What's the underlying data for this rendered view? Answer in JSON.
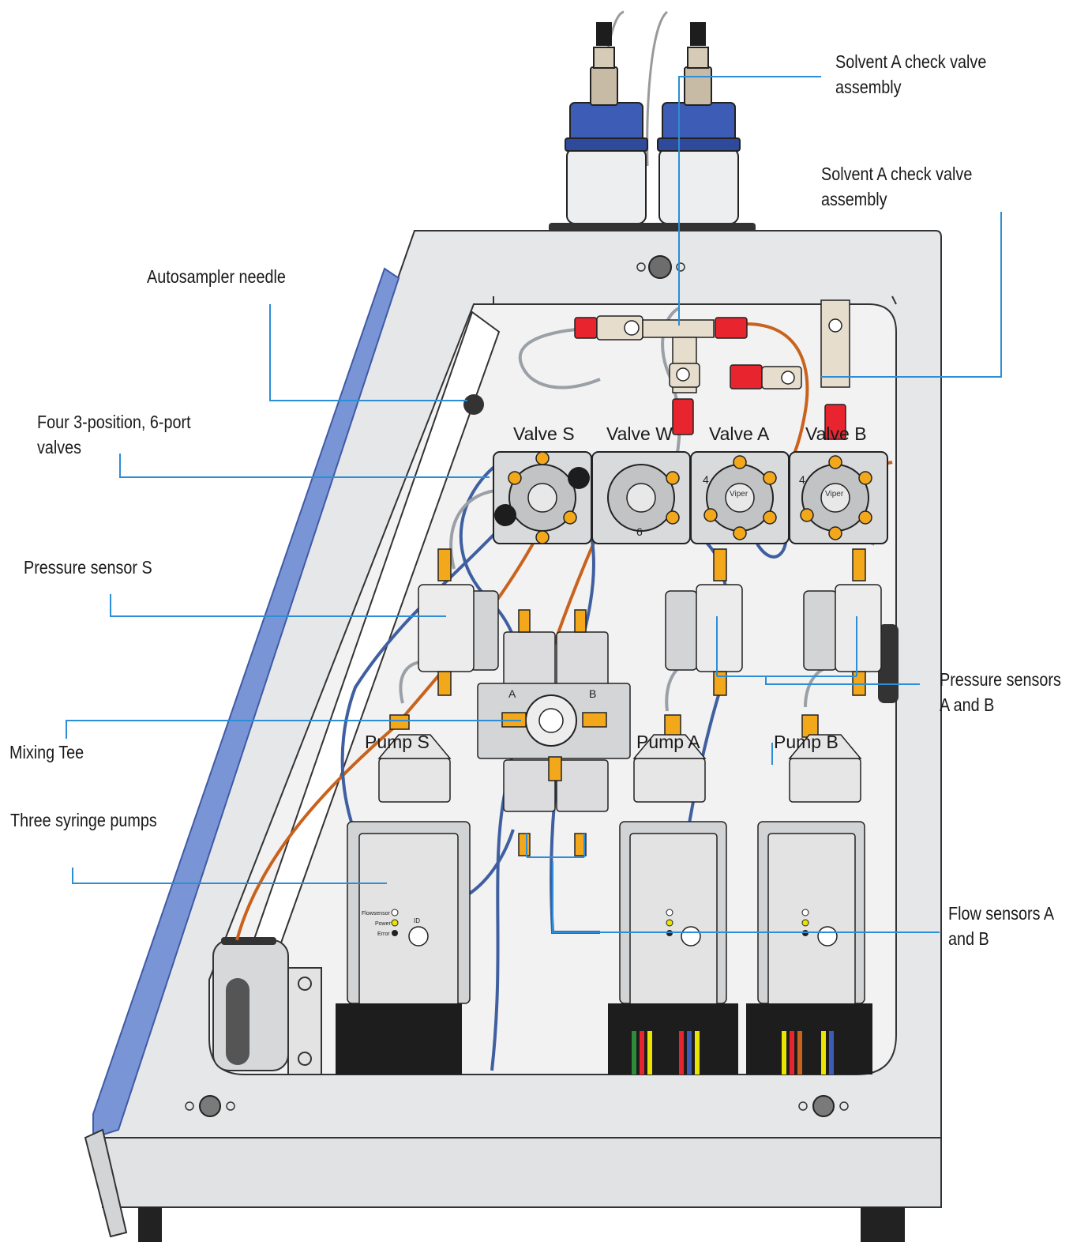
{
  "callouts": {
    "solvent_a_top": {
      "line1": "Solvent A check valve",
      "line2": "assembly"
    },
    "solvent_a_second": {
      "line1": "Solvent A check valve",
      "line2": "assembly"
    },
    "autosampler_needle": {
      "line1": "Autosampler needle"
    },
    "four_valves": {
      "line1": "Four 3-position, 6-port",
      "line2": "valves"
    },
    "pressure_sensor_s": {
      "line1": "Pressure sensor S"
    },
    "pressure_sensors_ab": {
      "line1": "Pressure sensors",
      "line2": "A and B"
    },
    "mixing_tee": {
      "line1": "Mixing Tee"
    },
    "three_syringe_pumps": {
      "line1": "Three syringe pumps"
    },
    "flow_sensors_ab": {
      "line1": "Flow sensors A",
      "line2": "and B"
    }
  },
  "components": {
    "valve_s": "Valve S",
    "valve_w": "Valve W",
    "valve_a": "Valve A",
    "valve_b": "Valve B",
    "pump_s": "Pump S",
    "pump_a": "Pump A",
    "pump_b": "Pump B",
    "tee_port_a": "A",
    "tee_port_b": "B",
    "pump_led_flowsensor": "Flowsensor",
    "pump_led_power": "Power",
    "pump_led_error": "Error",
    "pump_id": "ID",
    "valve_brand": "Viper",
    "valve_port_4": "4",
    "valve_port_6": "6"
  },
  "colors": {
    "leader_line": "#2b8ed6",
    "chassis": "#e6e7e9",
    "panel_inner": "#f2f2f3",
    "side_trim": "#7a95d6",
    "bottle_cap": "#3c5cb5",
    "red_fitting": "#e8242f",
    "gold_fitting": "#f3a81c",
    "blue_tubing": "#3f5fa0",
    "orange_tubing": "#c8621c"
  }
}
